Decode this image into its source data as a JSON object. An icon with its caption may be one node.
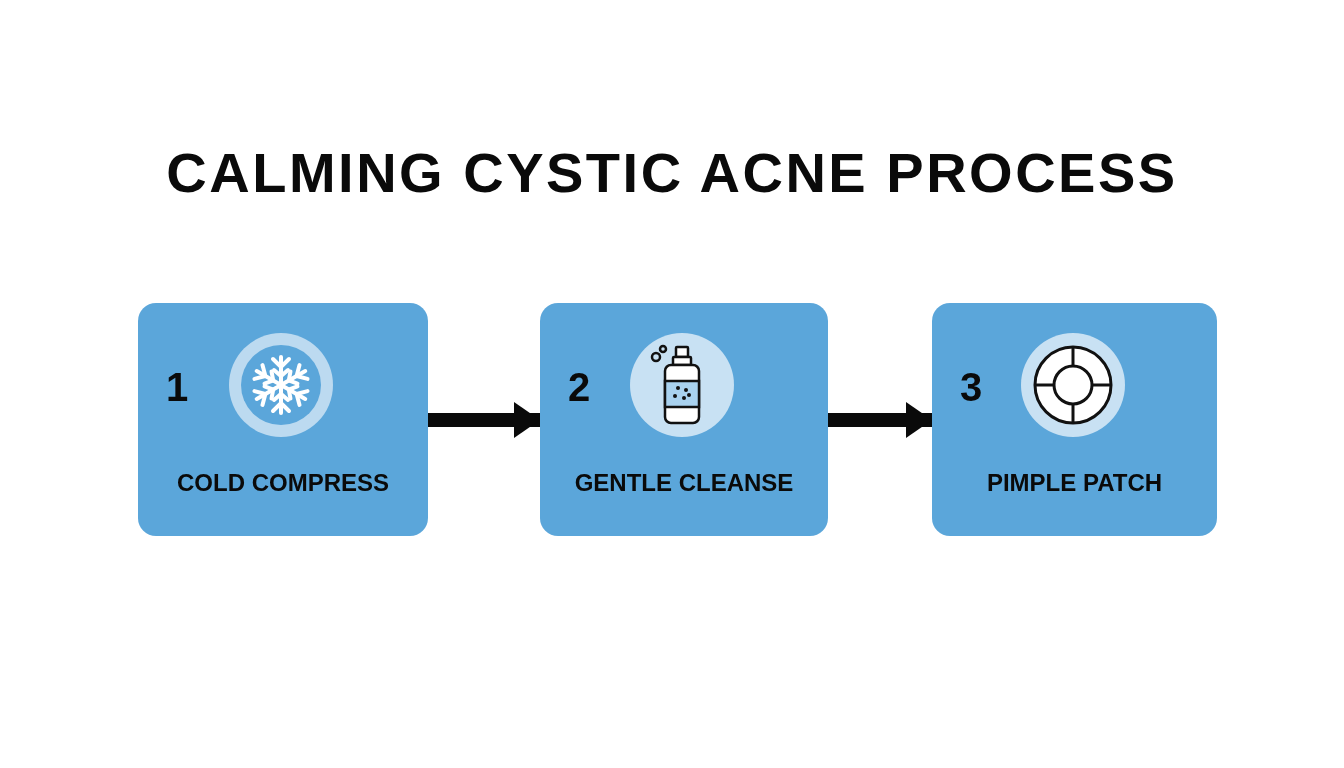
{
  "diagram": {
    "title": "CALMING CYSTIC ACNE PROCESS",
    "nodes": [
      {
        "text": [
          "1",
          "COLD COMPRESS"
        ]
      },
      {
        "text": [
          "2",
          "GENTLE CLEANSE"
        ]
      },
      {
        "text": [
          "3",
          "PIMPLE PATCH"
        ]
      }
    ],
    "edges": [
      {
        "from": 0,
        "to": 1,
        "arrow": "to"
      },
      {
        "from": 1,
        "to": 2,
        "arrow": "to"
      }
    ]
  }
}
